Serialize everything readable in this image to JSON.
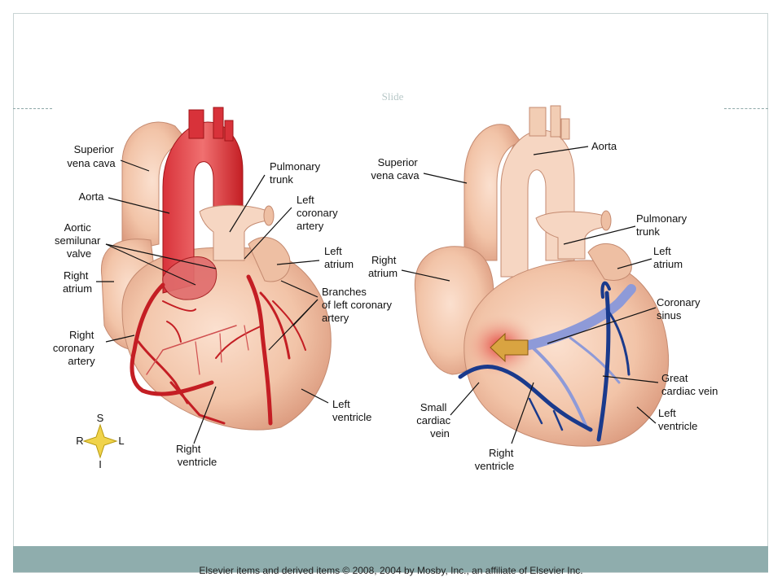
{
  "slide": {
    "badge": "Slide"
  },
  "footer": {
    "copyright": "Elsevier items and derived items © 2008, 2004 by Mosby, Inc., an affiliate of Elsevier Inc."
  },
  "compass": {
    "north": "S",
    "south": "I",
    "west": "R",
    "east": "L"
  },
  "left_heart_labels": {
    "superior_vena_cava": [
      "Superior",
      "vena cava"
    ],
    "aorta": [
      "Aorta"
    ],
    "aortic_semilunar_valve": [
      "Aortic",
      "semilunar",
      "valve"
    ],
    "right_atrium": [
      "Right",
      "atrium"
    ],
    "right_coronary_artery": [
      "Right",
      "coronary",
      "artery"
    ],
    "pulmonary_trunk": [
      "Pulmonary",
      "trunk"
    ],
    "left_coronary_artery": [
      "Left",
      "coronary",
      "artery"
    ],
    "left_atrium": [
      "Left",
      "atrium"
    ],
    "branches_left_coronary": [
      "Branches",
      "of left coronary",
      "artery"
    ],
    "left_ventricle": [
      "Left",
      "ventricle"
    ],
    "right_ventricle": [
      "Right",
      "ventricle"
    ]
  },
  "right_heart_labels": {
    "superior_vena_cava": [
      "Superior",
      "vena cava"
    ],
    "aorta": [
      "Aorta"
    ],
    "right_atrium": [
      "Right",
      "atrium"
    ],
    "pulmonary_trunk": [
      "Pulmonary",
      "trunk"
    ],
    "left_atrium": [
      "Left",
      "atrium"
    ],
    "coronary_sinus": [
      "Coronary",
      "sinus"
    ],
    "great_cardiac_vein": [
      "Great",
      "cardiac vein"
    ],
    "left_ventricle": [
      "Left",
      "ventricle"
    ],
    "small_cardiac_vein": [
      "Small",
      "cardiac",
      "vein"
    ],
    "right_ventricle": [
      "Right",
      "ventricle"
    ]
  },
  "colors": {
    "tissue": "#f2c4a8",
    "tissue_dark": "#d9967a",
    "artery": "#c41e24",
    "vein": "#1a3a8c",
    "vein_light": "#8e9ad8",
    "footer_bar": "#8fadad"
  }
}
